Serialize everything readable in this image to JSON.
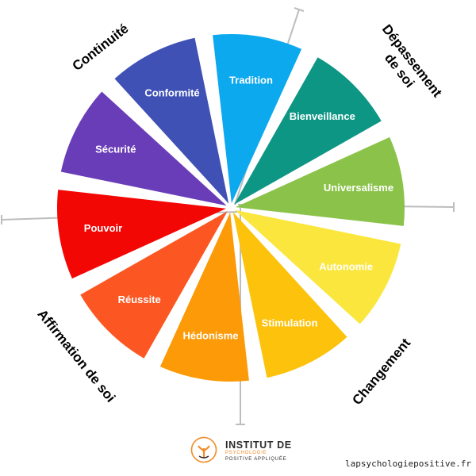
{
  "wheel": {
    "segments": [
      {
        "label": "Tradition",
        "color": "#0da9ef"
      },
      {
        "label": "Bienveillance",
        "color": "#0e9685"
      },
      {
        "label": "Universalisme",
        "color": "#8bc34a"
      },
      {
        "label": "Autonomie",
        "color": "#fbe63e"
      },
      {
        "label": "Stimulation",
        "color": "#fcc20c"
      },
      {
        "label": "Hédonisme",
        "color": "#fc9a07"
      },
      {
        "label": "Réussite",
        "color": "#fc5722"
      },
      {
        "label": "Pouvoir",
        "color": "#f20704"
      },
      {
        "label": "Sécurité",
        "color": "#6a3db8"
      },
      {
        "label": "Conformité",
        "color": "#3f51b5"
      }
    ],
    "quadrants": {
      "continuite": "Continuité",
      "depassement_line1": "Dépassement",
      "depassement_line2": "de soi",
      "affirmation": "Affirmation de soi",
      "changement": "Changement"
    },
    "axis_color": "#bdbdbd"
  },
  "logo": {
    "line1": "INSTITUT DE",
    "line2": "PSYCHOLOGIE",
    "line3": "POSITIVE APPLIQUÉE",
    "icon": "tree-hand-icon",
    "accent_color": "#f28c28"
  },
  "footer": {
    "website": "lapsychologiepositive.fr"
  }
}
